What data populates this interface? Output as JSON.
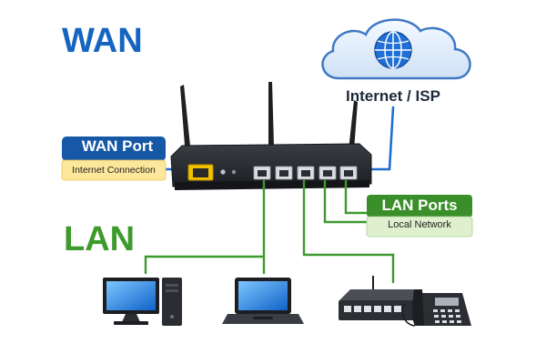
{
  "labels": {
    "wan": "WAN",
    "lan": "LAN",
    "internet_isp": "Internet / ISP",
    "wan_port": "WAN Port",
    "internet_connection": "Internet Connection",
    "lan_ports": "LAN Ports",
    "local_network": "Local Network"
  },
  "colors": {
    "wan_blue": "#1565c0",
    "lan_green": "#3e9a2c",
    "wan_port_badge": "#1658a6",
    "internet_connection_badge": "#fde79a",
    "lan_ports_badge": "#3a8f2a",
    "local_network_badge": "#dff0cf",
    "cable_blue": "#1e6fd0",
    "cable_green": "#3c9a2e",
    "router_body": "#2b2e33",
    "wan_port_highlight": "#f2c200"
  },
  "icons": [
    "cloud-icon",
    "globe-icon",
    "router-icon",
    "desktop-computer-icon",
    "laptop-icon",
    "network-switch-icon",
    "ip-phone-icon"
  ],
  "router": {
    "antennas": 3,
    "lan_ports": 5,
    "wan_ports": 1
  }
}
